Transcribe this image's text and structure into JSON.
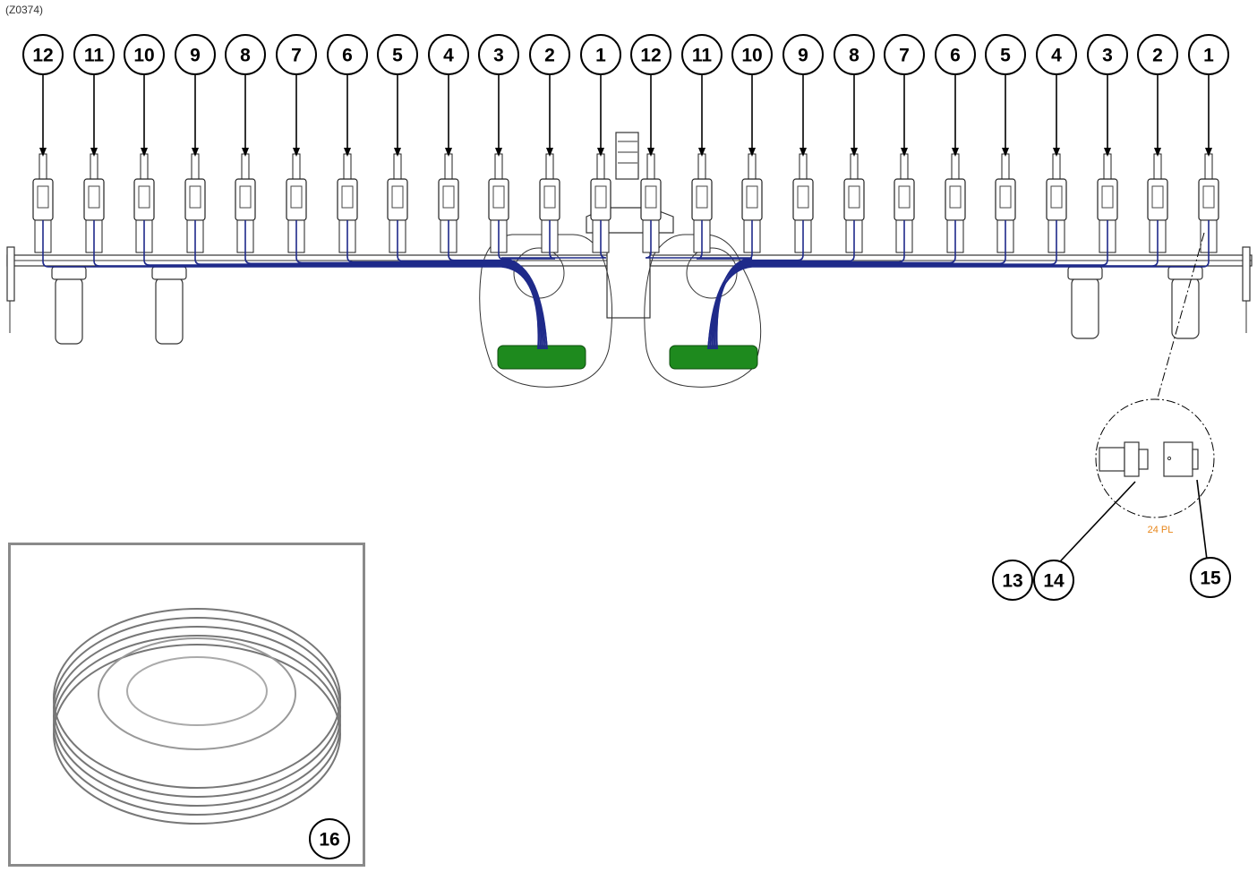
{
  "figure_code": "(Z0374)",
  "left_row_callouts": [
    "12",
    "11",
    "10",
    "9",
    "8",
    "7",
    "6",
    "5",
    "4",
    "3",
    "2",
    "1"
  ],
  "right_row_callouts": [
    "12",
    "11",
    "10",
    "9",
    "8",
    "7",
    "6",
    "5",
    "4",
    "3",
    "2",
    "1"
  ],
  "detail_callouts": {
    "c13": "13",
    "c14": "14",
    "c15": "15"
  },
  "detail_note": "24 PL",
  "inset_callout": "16",
  "colors": {
    "hose": "#1f2a8a",
    "manifold": "#1e8a1e",
    "note": "#e8861a",
    "inset_border": "#8a8a8a"
  }
}
